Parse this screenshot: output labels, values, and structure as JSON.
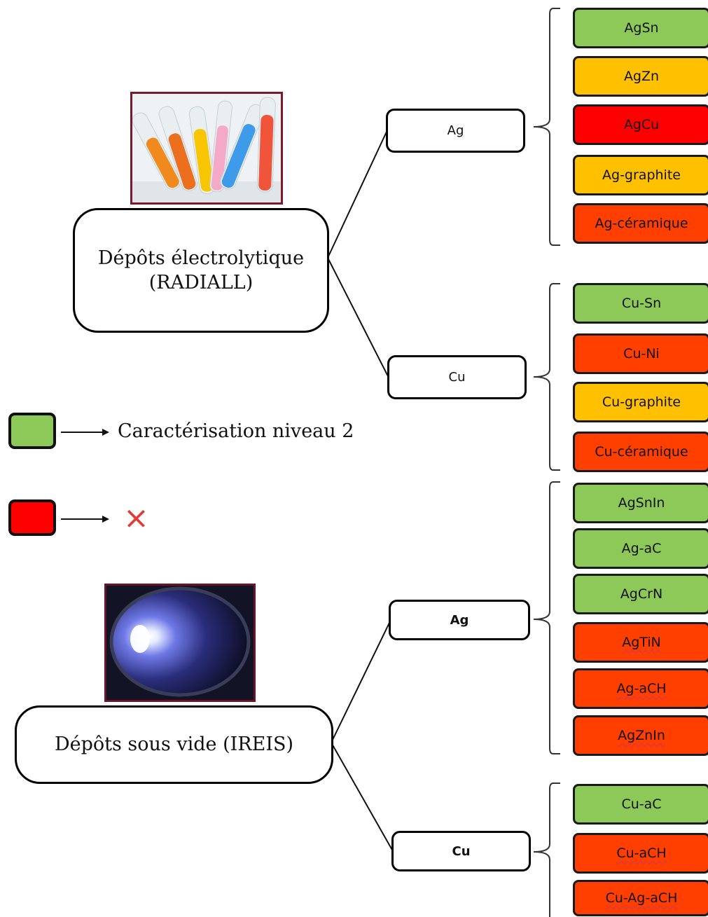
{
  "colors": {
    "green": "#8cc958",
    "orange": "#ffc000",
    "red": "#ff0000",
    "red_orange": "#ff3f00"
  },
  "legend": [
    {
      "color": "#8cc958",
      "arrow": "right-arrow-icon",
      "text": "Caractérisation niveau 2"
    },
    {
      "color": "#ff0000",
      "arrow": "right-arrow-icon",
      "symbol": "×",
      "symbol_name": "cross-icon"
    }
  ],
  "groups": [
    {
      "title": "Dépôts électrolytique\n(RADIALL)",
      "image": "test-tubes-photo",
      "branches": [
        {
          "label": "Ag",
          "items": [
            {
              "label": "AgSn",
              "color": "#8cc958"
            },
            {
              "label": "AgZn",
              "color": "#ffc000"
            },
            {
              "label": "AgCu",
              "color": "#ff0000"
            },
            {
              "label": "Ag-graphite",
              "color": "#ffc000"
            },
            {
              "label": "Ag-céramique",
              "color": "#ff3f00"
            }
          ]
        },
        {
          "label": "Cu",
          "items": [
            {
              "label": "Cu-Sn",
              "color": "#8cc958"
            },
            {
              "label": "Cu-Ni",
              "color": "#ff3f00"
            },
            {
              "label": "Cu-graphite",
              "color": "#ffc000"
            },
            {
              "label": "Cu-céramique",
              "color": "#ff3f00"
            }
          ]
        }
      ]
    },
    {
      "title": "Dépôts sous vide  (IREIS)",
      "image": "plasma-chamber-photo",
      "branches": [
        {
          "label": "Ag",
          "items": [
            {
              "label": "AgSnIn",
              "color": "#8cc958"
            },
            {
              "label": "Ag-aC",
              "color": "#8cc958"
            },
            {
              "label": "AgCrN",
              "color": "#8cc958"
            },
            {
              "label": "AgTiN",
              "color": "#ff3f00"
            },
            {
              "label": "Ag-aCH",
              "color": "#ff3f00"
            },
            {
              "label": "AgZnIn",
              "color": "#ff3f00"
            }
          ]
        },
        {
          "label": "Cu",
          "items": [
            {
              "label": "Cu-aC",
              "color": "#8cc958"
            },
            {
              "label": "Cu-aCH",
              "color": "#ff3f00"
            },
            {
              "label": "Cu-Ag-aCH",
              "color": "#ff3f00"
            }
          ]
        }
      ]
    }
  ]
}
